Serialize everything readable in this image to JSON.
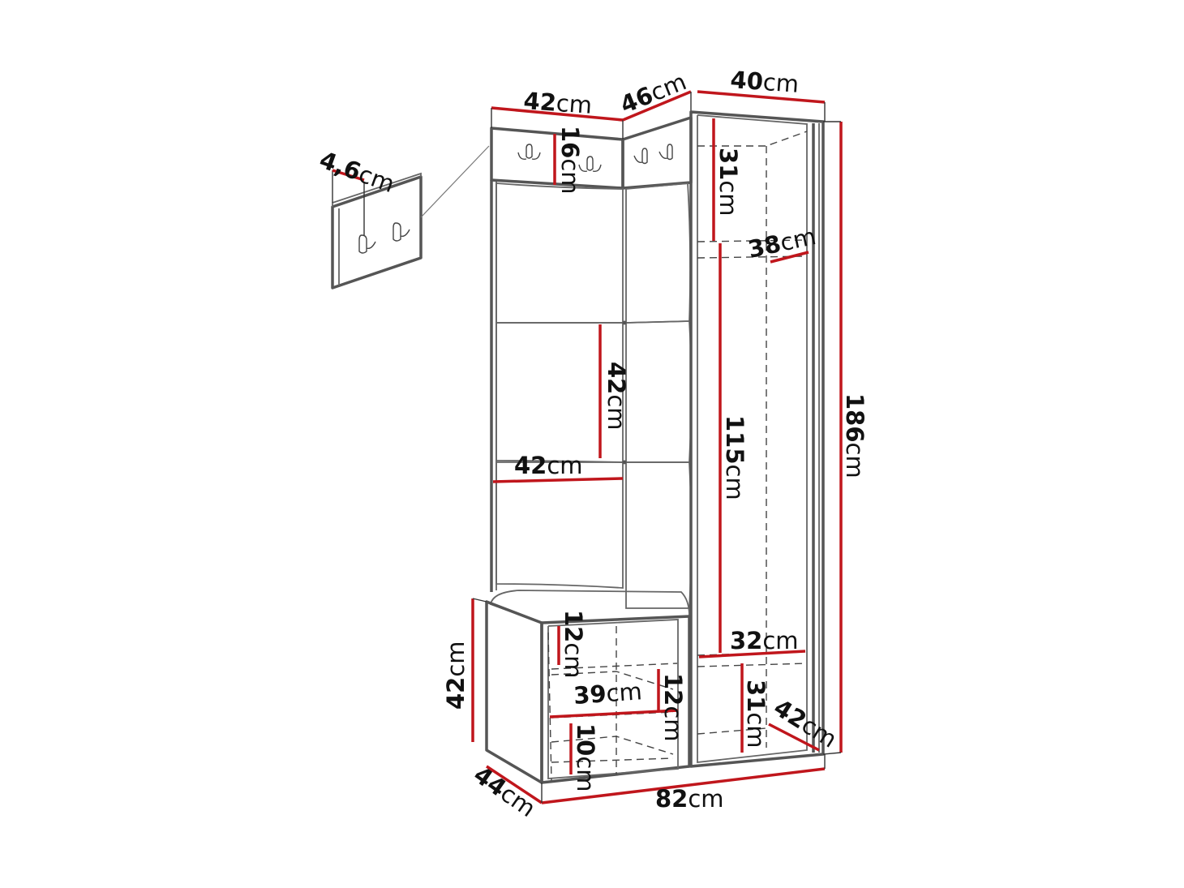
{
  "diagram": {
    "title": "Hallway furniture set dimensions",
    "colors": {
      "outline": "#555555",
      "dimension_line": "#c0161c",
      "text": "#111111",
      "background": "#ffffff"
    },
    "components": [
      "wall-hanger-panel",
      "upholstered-wall-panels",
      "corner-coat-rack",
      "tall-cabinet",
      "shoe-bench"
    ],
    "labels": {
      "hanger_depth": {
        "num": "4,6",
        "unit": "cm"
      },
      "panel_width_top": {
        "num": "42",
        "unit": "cm"
      },
      "corner_width": {
        "num": "46",
        "unit": "cm"
      },
      "cabinet_width": {
        "num": "40",
        "unit": "cm"
      },
      "hanger_height": {
        "num": "16",
        "unit": "cm"
      },
      "shelf_top_height": {
        "num": "31",
        "unit": "cm"
      },
      "shelf_depth": {
        "num": "38",
        "unit": "cm"
      },
      "panel_height": {
        "num": "42",
        "unit": "cm"
      },
      "panel_width": {
        "num": "42",
        "unit": "cm"
      },
      "rail_height": {
        "num": "115",
        "unit": "cm"
      },
      "total_height": {
        "num": "186",
        "unit": "cm"
      },
      "inner_width_low": {
        "num": "32",
        "unit": "cm"
      },
      "bottom_compartment": {
        "num": "31",
        "unit": "cm"
      },
      "cabinet_depth": {
        "num": "42",
        "unit": "cm"
      },
      "bench_height": {
        "num": "42",
        "unit": "cm"
      },
      "bench_shelf_top": {
        "num": "12",
        "unit": "cm"
      },
      "bench_inner_width": {
        "num": "39",
        "unit": "cm"
      },
      "bench_shelf_mid": {
        "num": "12",
        "unit": "cm"
      },
      "bench_shelf_low": {
        "num": "10",
        "unit": "cm"
      },
      "bench_depth": {
        "num": "44",
        "unit": "cm"
      },
      "total_width": {
        "num": "82",
        "unit": "cm"
      }
    }
  }
}
